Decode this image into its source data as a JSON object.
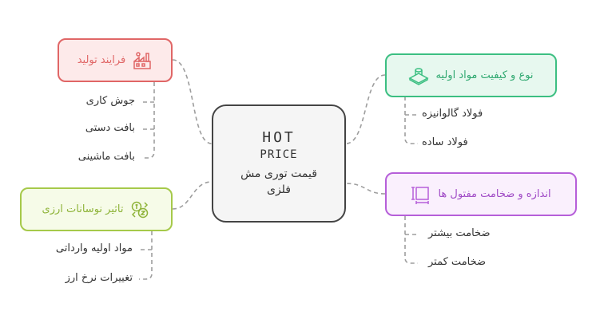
{
  "center": {
    "logo_line1": "HOT",
    "logo_line2": "PRICE",
    "title": "قیمت توری مش فلزی"
  },
  "branches": {
    "production": {
      "label": "فرایند تولید",
      "icon": "factory-icon",
      "color": "#e06666",
      "items": [
        "جوش کاری",
        "بافت دستی",
        "بافت ماشینی"
      ]
    },
    "currency": {
      "label": "تاثیر نوسانات ارزی",
      "icon": "currency-exchange-icon",
      "color": "#a6c94a",
      "items": [
        "مواد اولیه وارداتی",
        "تغییرات نرخ ارز"
      ]
    },
    "material": {
      "label": "نوع و کیفیت مواد اولیه",
      "icon": "material-icon",
      "color": "#3cbf82",
      "items": [
        "فولاد گالوانیزه",
        "فولاد ساده"
      ]
    },
    "size": {
      "label": "اندازه و ضخامت مفتول ها",
      "icon": "ruler-frame-icon",
      "color": "#b65fd9",
      "items": [
        "ضخامت بیشتر",
        "ضخامت کمتر"
      ]
    }
  }
}
